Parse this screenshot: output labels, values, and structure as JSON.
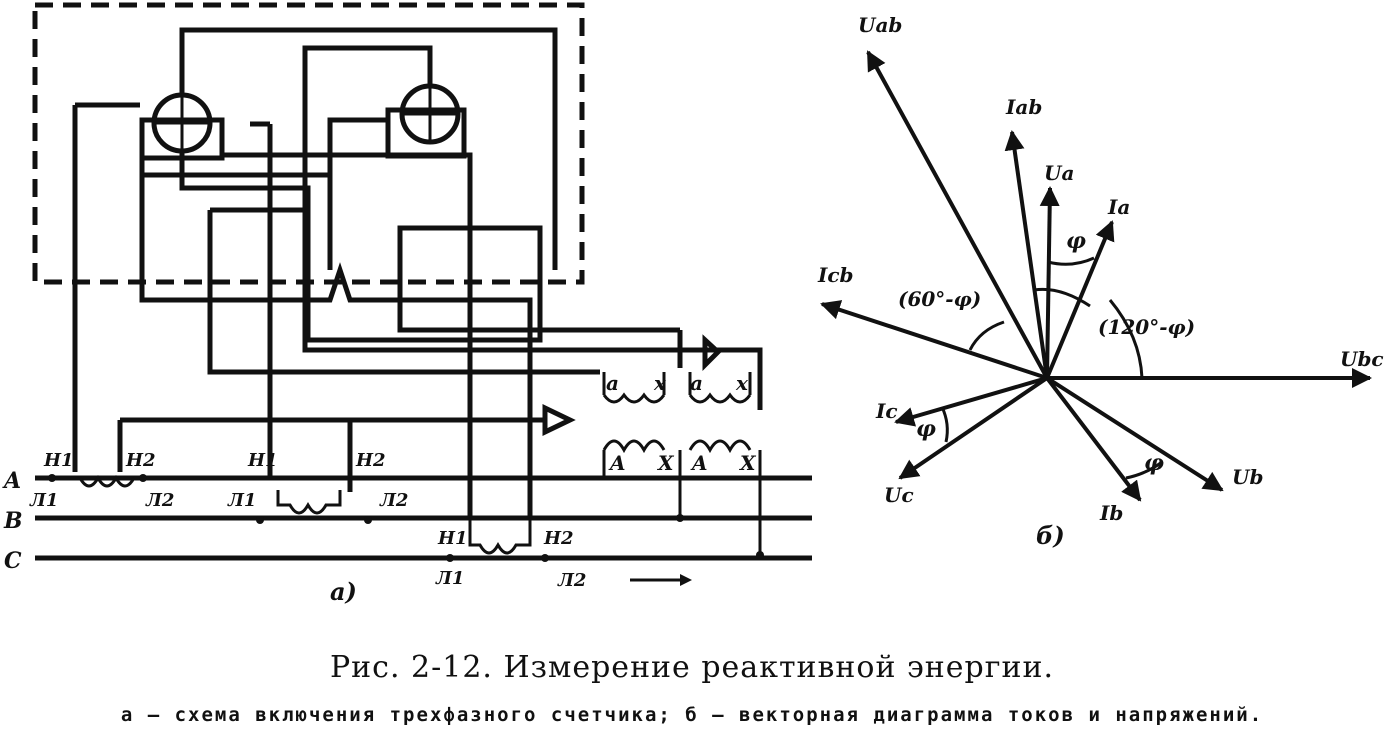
{
  "schematic": {
    "phase_labels": [
      "A",
      "B",
      "C"
    ],
    "terminal_labels": {
      "c1_in": "Н1",
      "c1_out": "Н2",
      "c1_l1": "Л1",
      "c1_l2": "Л2",
      "c2_in": "Н1",
      "c2_out": "Н2",
      "c2_l1": "Л1",
      "c2_l2": "Л2",
      "c3_in": "Н1",
      "c3_out": "Н2",
      "c3_l1": "Л1",
      "c3_l2": "Л2"
    },
    "vt_labels": {
      "sec_a": "a",
      "sec_x": "x",
      "sec_a2": "a",
      "sec_x2": "x",
      "pri_A": "A",
      "pri_X": "X",
      "pri_A2": "A",
      "pri_X2": "X"
    },
    "sublabel": "а)"
  },
  "vectors": {
    "u_ab": "Uab",
    "i_ab": "Iab",
    "u_a": "Ua",
    "i_a": "Ia",
    "i_cb": "Icb",
    "u_bc": "Ubc",
    "i_c": "Ic",
    "u_c": "Uc",
    "i_b": "Ib",
    "u_b": "Ub",
    "phi": "φ",
    "angle_60": "(60°-φ)",
    "angle_120": "(120°-φ)",
    "sublabel": "б)"
  },
  "caption": {
    "title": "Рис. 2-12. Измерение реактивной энергии.",
    "subtitle": "а — схема включения трехфазного счетчика; б — векторная диаграмма токов и напряжений."
  }
}
